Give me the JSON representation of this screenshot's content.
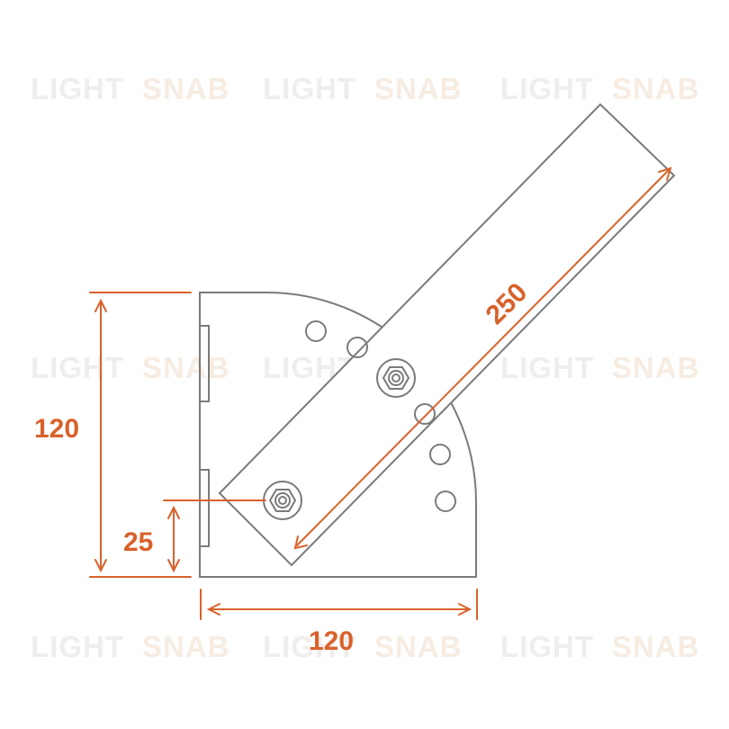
{
  "watermark": {
    "word1": "LIGHT",
    "word2": "SNAB",
    "color": "#f0eeec"
  },
  "colors": {
    "outline": "#7a7a7a",
    "dimension": "#d9622b",
    "background": "#ffffff"
  },
  "dimensions": {
    "height": "120",
    "width": "120",
    "offset": "25",
    "arm_length": "250"
  },
  "parts": {
    "base_plate": "quarter-circle plate with fixed arm holes",
    "arm": "rotatable rectangular arm",
    "bolts": [
      "pivot-bolt",
      "lock-bolt"
    ],
    "holes": 5
  }
}
